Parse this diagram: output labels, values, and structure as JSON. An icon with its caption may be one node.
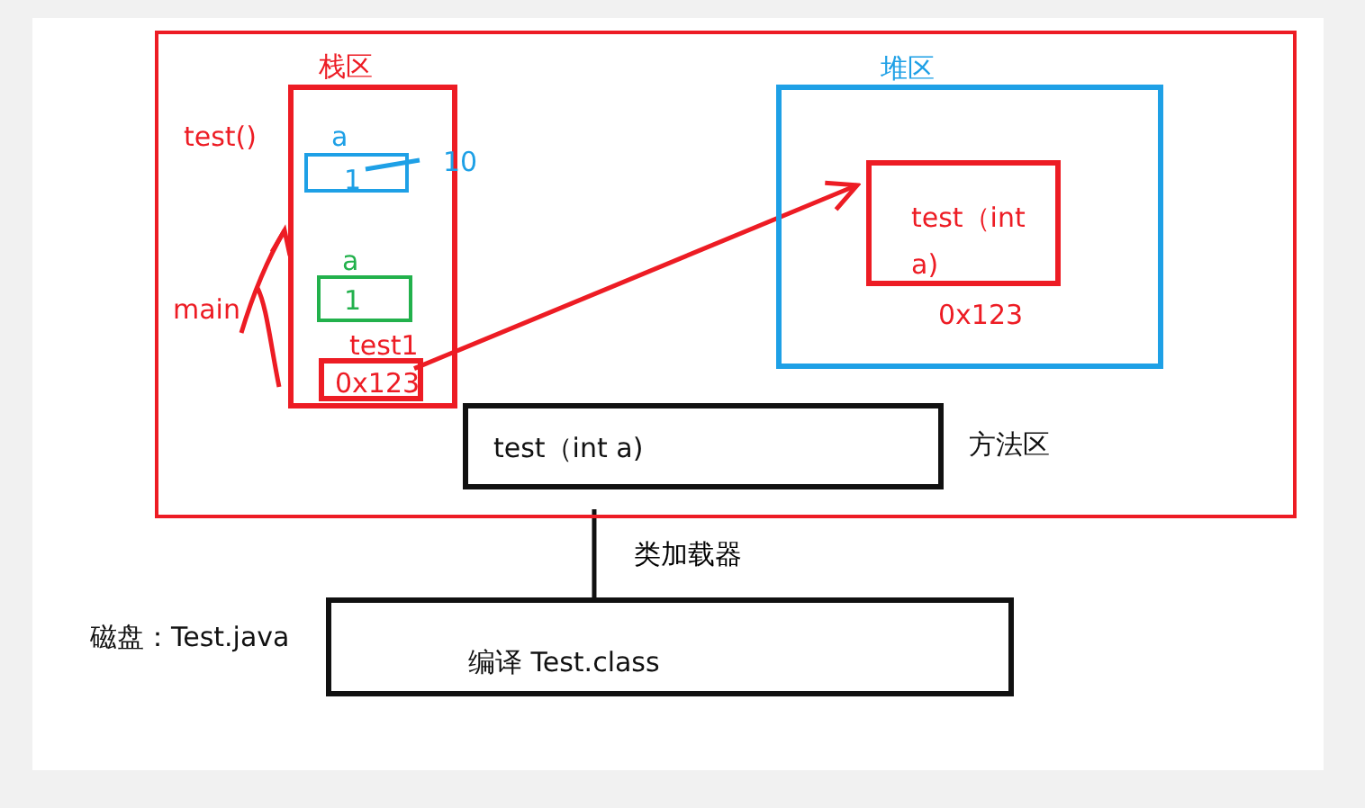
{
  "diagram": {
    "nodes": [
      {
        "text": [],
        "shape": "box"
      },
      {
        "text": [
          "栈区"
        ],
        "in": 0
      },
      {
        "text": [
          "a",
          "1"
        ],
        "in": 1,
        "beside": [
          "10"
        ]
      },
      {
        "text": [
          "a",
          "1"
        ],
        "in": 1
      },
      {
        "text": [
          "test1",
          "0x123"
        ],
        "in": 1
      },
      {
        "text": [
          "堆区"
        ],
        "in": 0
      },
      {
        "text": [
          "test（int a)"
        ],
        "in": 5,
        "beside": [
          "0x123"
        ]
      },
      {
        "text": [
          "test（int a)"
        ],
        "in": 0,
        "beside": [
          "方法区"
        ]
      },
      {
        "text": [
          "编译  Test.class"
        ],
        "beside": [
          "磁盘：Test.java"
        ]
      }
    ],
    "edges": [
      {
        "from": 4,
        "to": 6,
        "arrow": "to",
        "color": "#ed1c24"
      },
      {
        "from": 8,
        "to": 7,
        "arrow": "none",
        "label": "类加载器",
        "color": "#111111"
      }
    ],
    "labels": [
      "test()",
      "main"
    ]
  }
}
